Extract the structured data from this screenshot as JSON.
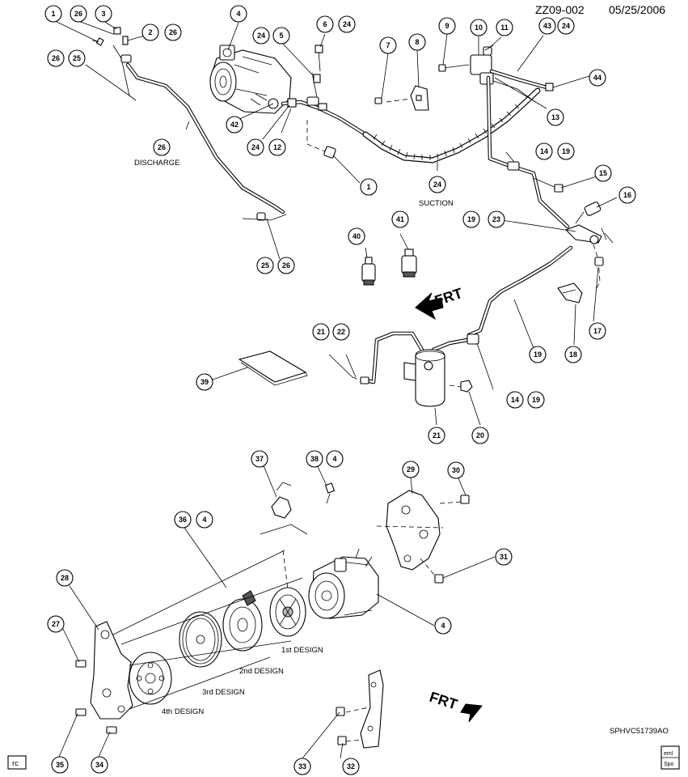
{
  "header": {
    "code": "ZZ09-002",
    "date": "05/25/2006"
  },
  "footer": {
    "figure_id": "SPHVC51739AO",
    "corner_left": "rc",
    "corner_right_top": "eml",
    "corner_right_bottom": "Spo"
  },
  "captions": {
    "discharge": "DISCHARGE",
    "suction": "SUCTION",
    "frt_upper": "FRT",
    "frt_lower": "FRT",
    "design_1": "1st DESIGN",
    "design_2": "2nd DESIGN",
    "design_3": "3rd DESIGN",
    "design_4": "4th DESIGN"
  },
  "callouts": [
    "1",
    "26",
    "3",
    "2",
    "26",
    "26",
    "25",
    "4",
    "24",
    "5",
    "6",
    "24",
    "7",
    "8",
    "9",
    "10",
    "11",
    "43",
    "24",
    "44",
    "42",
    "24",
    "12",
    "13",
    "26",
    "1",
    "14",
    "19",
    "15",
    "16",
    "24",
    "19",
    "23",
    "40",
    "41",
    "25",
    "26",
    "17",
    "18",
    "19",
    "21",
    "22",
    "14",
    "19",
    "39",
    "21",
    "20",
    "37",
    "38",
    "4",
    "29",
    "30",
    "36",
    "4",
    "31",
    "28",
    "27",
    "4",
    "35",
    "34",
    "33",
    "32"
  ]
}
